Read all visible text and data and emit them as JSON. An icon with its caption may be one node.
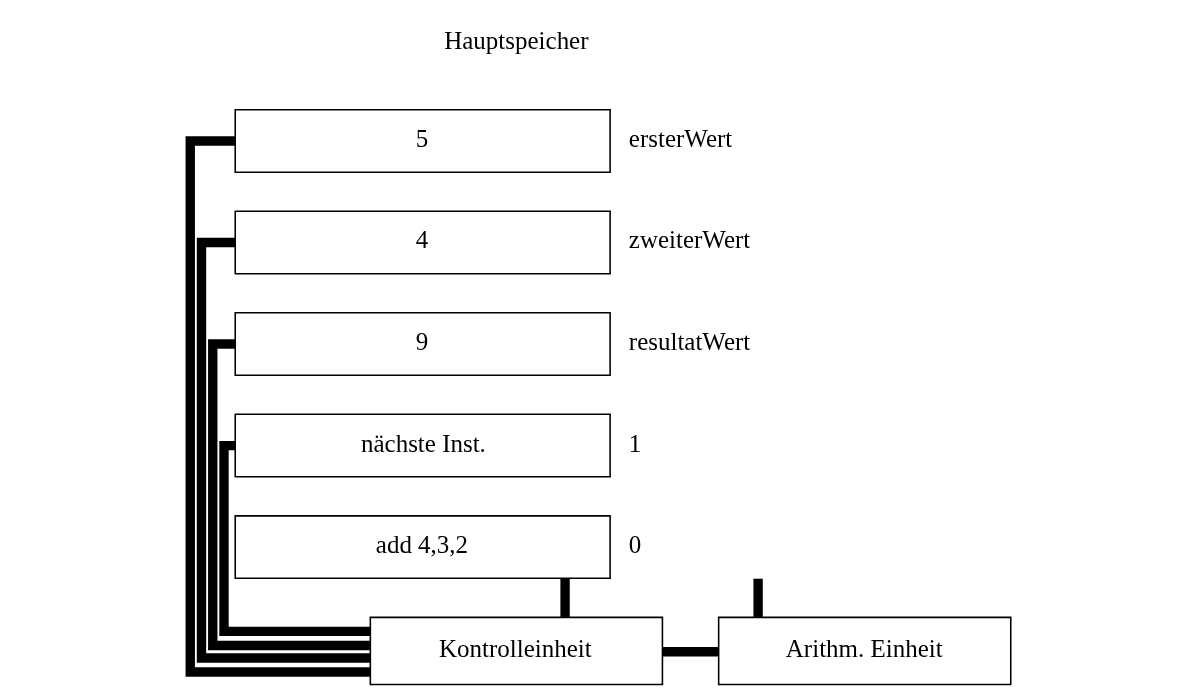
{
  "diagram": {
    "nodes": [
      {
        "text": [
          "5"
        ],
        "beside": [
          "ersterWert"
        ]
      },
      {
        "text": [
          "4"
        ],
        "beside": [
          "zweiterWert"
        ]
      },
      {
        "text": [
          "9"
        ],
        "beside": [
          "resultatWert"
        ]
      },
      {
        "text": [
          "nächste Inst."
        ],
        "beside": [
          "1"
        ]
      },
      {
        "text": [
          "add 4,3,2"
        ],
        "beside": [
          "0"
        ]
      },
      {
        "text": [
          "Kontrolleinheit"
        ]
      },
      {
        "text": [
          "Arithm. Einheit"
        ]
      }
    ],
    "edges": [
      {
        "from": 5,
        "to": 0,
        "arrow": "none"
      },
      {
        "from": 5,
        "to": 1,
        "arrow": "none"
      },
      {
        "from": 5,
        "to": 2,
        "arrow": "none"
      },
      {
        "from": 5,
        "to": 3,
        "arrow": "none"
      },
      {
        "from": 5,
        "to": 4,
        "arrow": "none"
      },
      {
        "from": 6,
        "to": 4,
        "arrow": "none"
      },
      {
        "from": 5,
        "to": 6,
        "arrow": "none"
      }
    ],
    "labels": [
      "Hauptspeicher"
    ]
  }
}
